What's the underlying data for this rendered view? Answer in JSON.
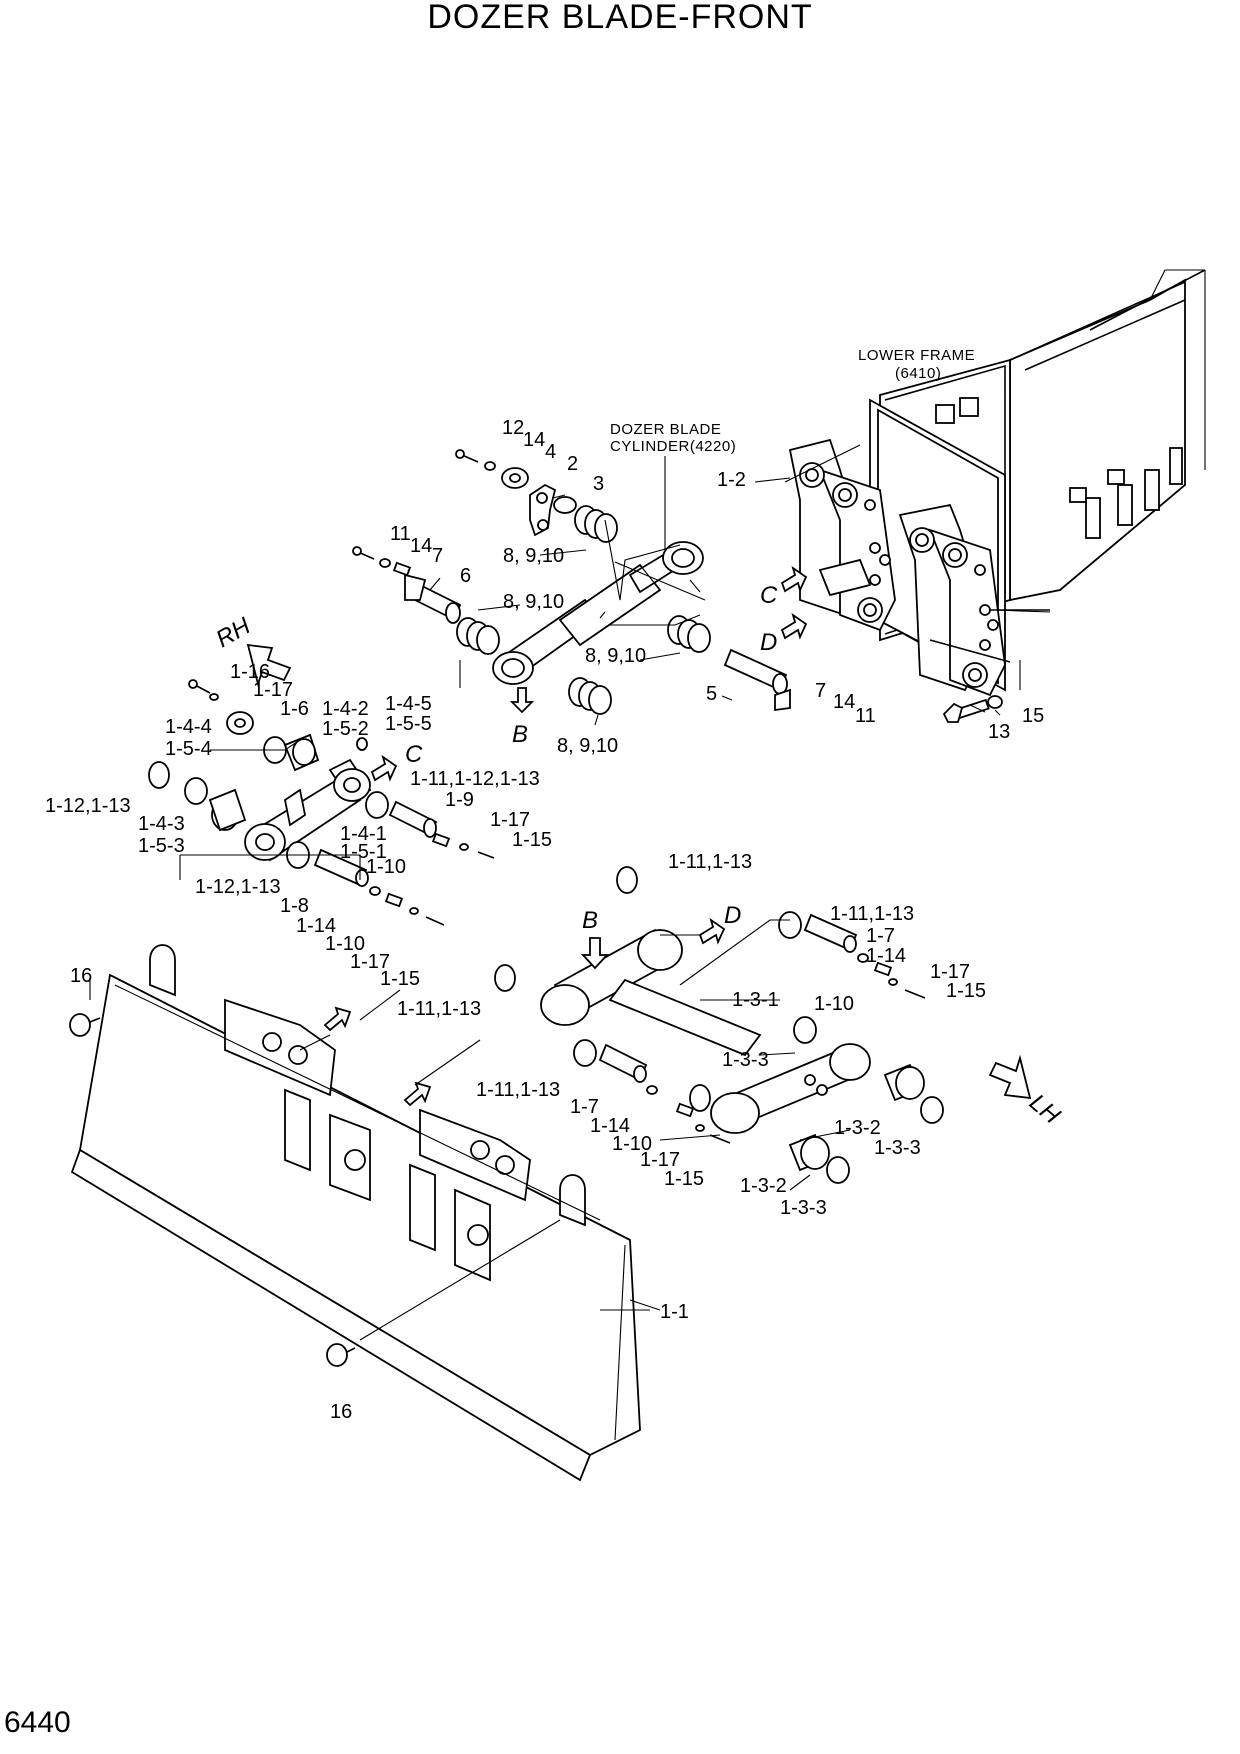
{
  "title": "DOZER BLADE-FRONT",
  "page_number": "6440",
  "notes": {
    "lower_frame_1": "LOWER FRAME",
    "lower_frame_2": "(6410)",
    "cylinder_1": "DOZER BLADE",
    "cylinder_2": "CYLINDER(4220)"
  },
  "direction_markers": {
    "rh": "RH",
    "lh": "LH",
    "b": "B",
    "c": "C",
    "d": "D"
  },
  "callouts": [
    "12",
    "14",
    "4",
    "2",
    "3",
    "11",
    "14",
    "7",
    "6",
    "8, 9,10",
    "8, 9,10",
    "8, 9,10",
    "8, 9,10",
    "1-2",
    "5",
    "7",
    "14",
    "11",
    "15",
    "13",
    "1-16",
    "1-17",
    "1-6",
    "1-4-2",
    "1-4-5",
    "1-4-4",
    "1-5-2",
    "1-5-5",
    "1-5-4",
    "1-12,1-13",
    "1-11,1-12,1-13",
    "1-9",
    "1-4-3",
    "1-5-3",
    "1-4-1",
    "1-5-1",
    "1-10",
    "1-17",
    "1-15",
    "1-12,1-13",
    "1-8",
    "1-14",
    "1-10",
    "1-17",
    "1-15",
    "1-11,1-13",
    "1-11,1-13",
    "1-7",
    "1-14",
    "1-10",
    "1-17",
    "1-15",
    "16",
    "1-11,1-13",
    "1-3-1",
    "1-3-3",
    "1-11,1-13",
    "1-7",
    "1-14",
    "1-10",
    "1-17",
    "1-15",
    "1-3-2",
    "1-3-3",
    "1-3-2",
    "1-3-3",
    "1-1",
    "16"
  ]
}
